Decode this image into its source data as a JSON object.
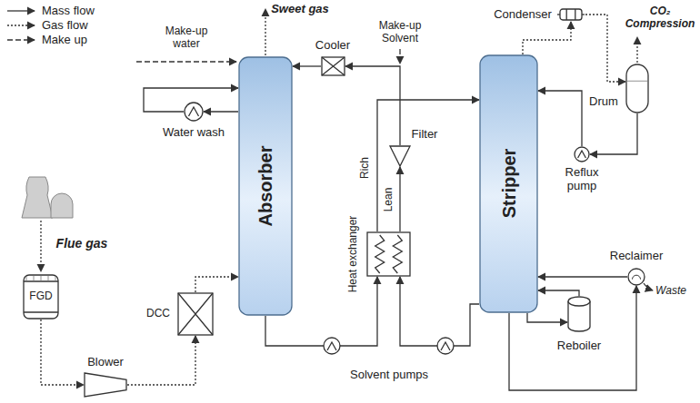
{
  "diagram": {
    "nodes": [
      {
        "text": [
          "Absorber"
        ]
      },
      {
        "text": [
          "Stripper"
        ]
      },
      {
        "text": [
          "FGD"
        ]
      },
      {
        "text": [
          "Blower"
        ]
      },
      {
        "text": [
          "DCC"
        ]
      },
      {
        "text": [
          "Water wash"
        ]
      },
      {
        "text": [
          "Cooler"
        ]
      },
      {
        "text": [
          "Filter"
        ]
      },
      {
        "text": [
          "Heat exchanger"
        ]
      },
      {
        "text": [
          "Condenser"
        ]
      },
      {
        "text": [
          "Drum"
        ]
      },
      {
        "text": [
          "Reflux pump"
        ]
      },
      {
        "text": [
          "Reboiler"
        ]
      },
      {
        "text": [
          "Reclaimer"
        ]
      }
    ],
    "edges": [
      {
        "from": 2,
        "to": 3,
        "arrow": "to"
      },
      {
        "from": 3,
        "to": 4,
        "arrow": "to"
      },
      {
        "from": 4,
        "to": 0,
        "arrow": "to"
      },
      {
        "from": 0,
        "to": 5,
        "arrow": "to"
      },
      {
        "from": 5,
        "to": 0,
        "arrow": "to"
      },
      {
        "from": 6,
        "to": 0,
        "arrow": "to"
      },
      {
        "from": 7,
        "to": 6,
        "arrow": "to"
      },
      {
        "from": 8,
        "to": 7,
        "arrow": "to"
      },
      {
        "from": 0,
        "to": 8,
        "arrow": "to"
      },
      {
        "from": 8,
        "to": 1,
        "arrow": "to"
      },
      {
        "from": 1,
        "to": 8,
        "arrow": "to"
      },
      {
        "from": 1,
        "to": 9,
        "arrow": "to"
      },
      {
        "from": 9,
        "to": 10,
        "arrow": "to"
      },
      {
        "from": 10,
        "to": 11,
        "arrow": "to"
      },
      {
        "from": 11,
        "to": 1,
        "arrow": "to"
      },
      {
        "from": 1,
        "to": 12,
        "arrow": "to"
      },
      {
        "from": 12,
        "to": 1,
        "arrow": "to"
      },
      {
        "from": 1,
        "to": 13,
        "arrow": "to"
      },
      {
        "from": 13,
        "to": 1,
        "arrow": "to"
      }
    ],
    "labels": [
      "Sweet gas",
      "Make-up water",
      "Make-up Solvent",
      "CO₂ Compression",
      "Flue gas",
      "Rich",
      "Lean",
      "Solvent pumps",
      "Waste"
    ],
    "legend": [
      {
        "text": "Mass flow"
      },
      {
        "text": "Gas flow"
      },
      {
        "text": "Make up"
      }
    ]
  }
}
